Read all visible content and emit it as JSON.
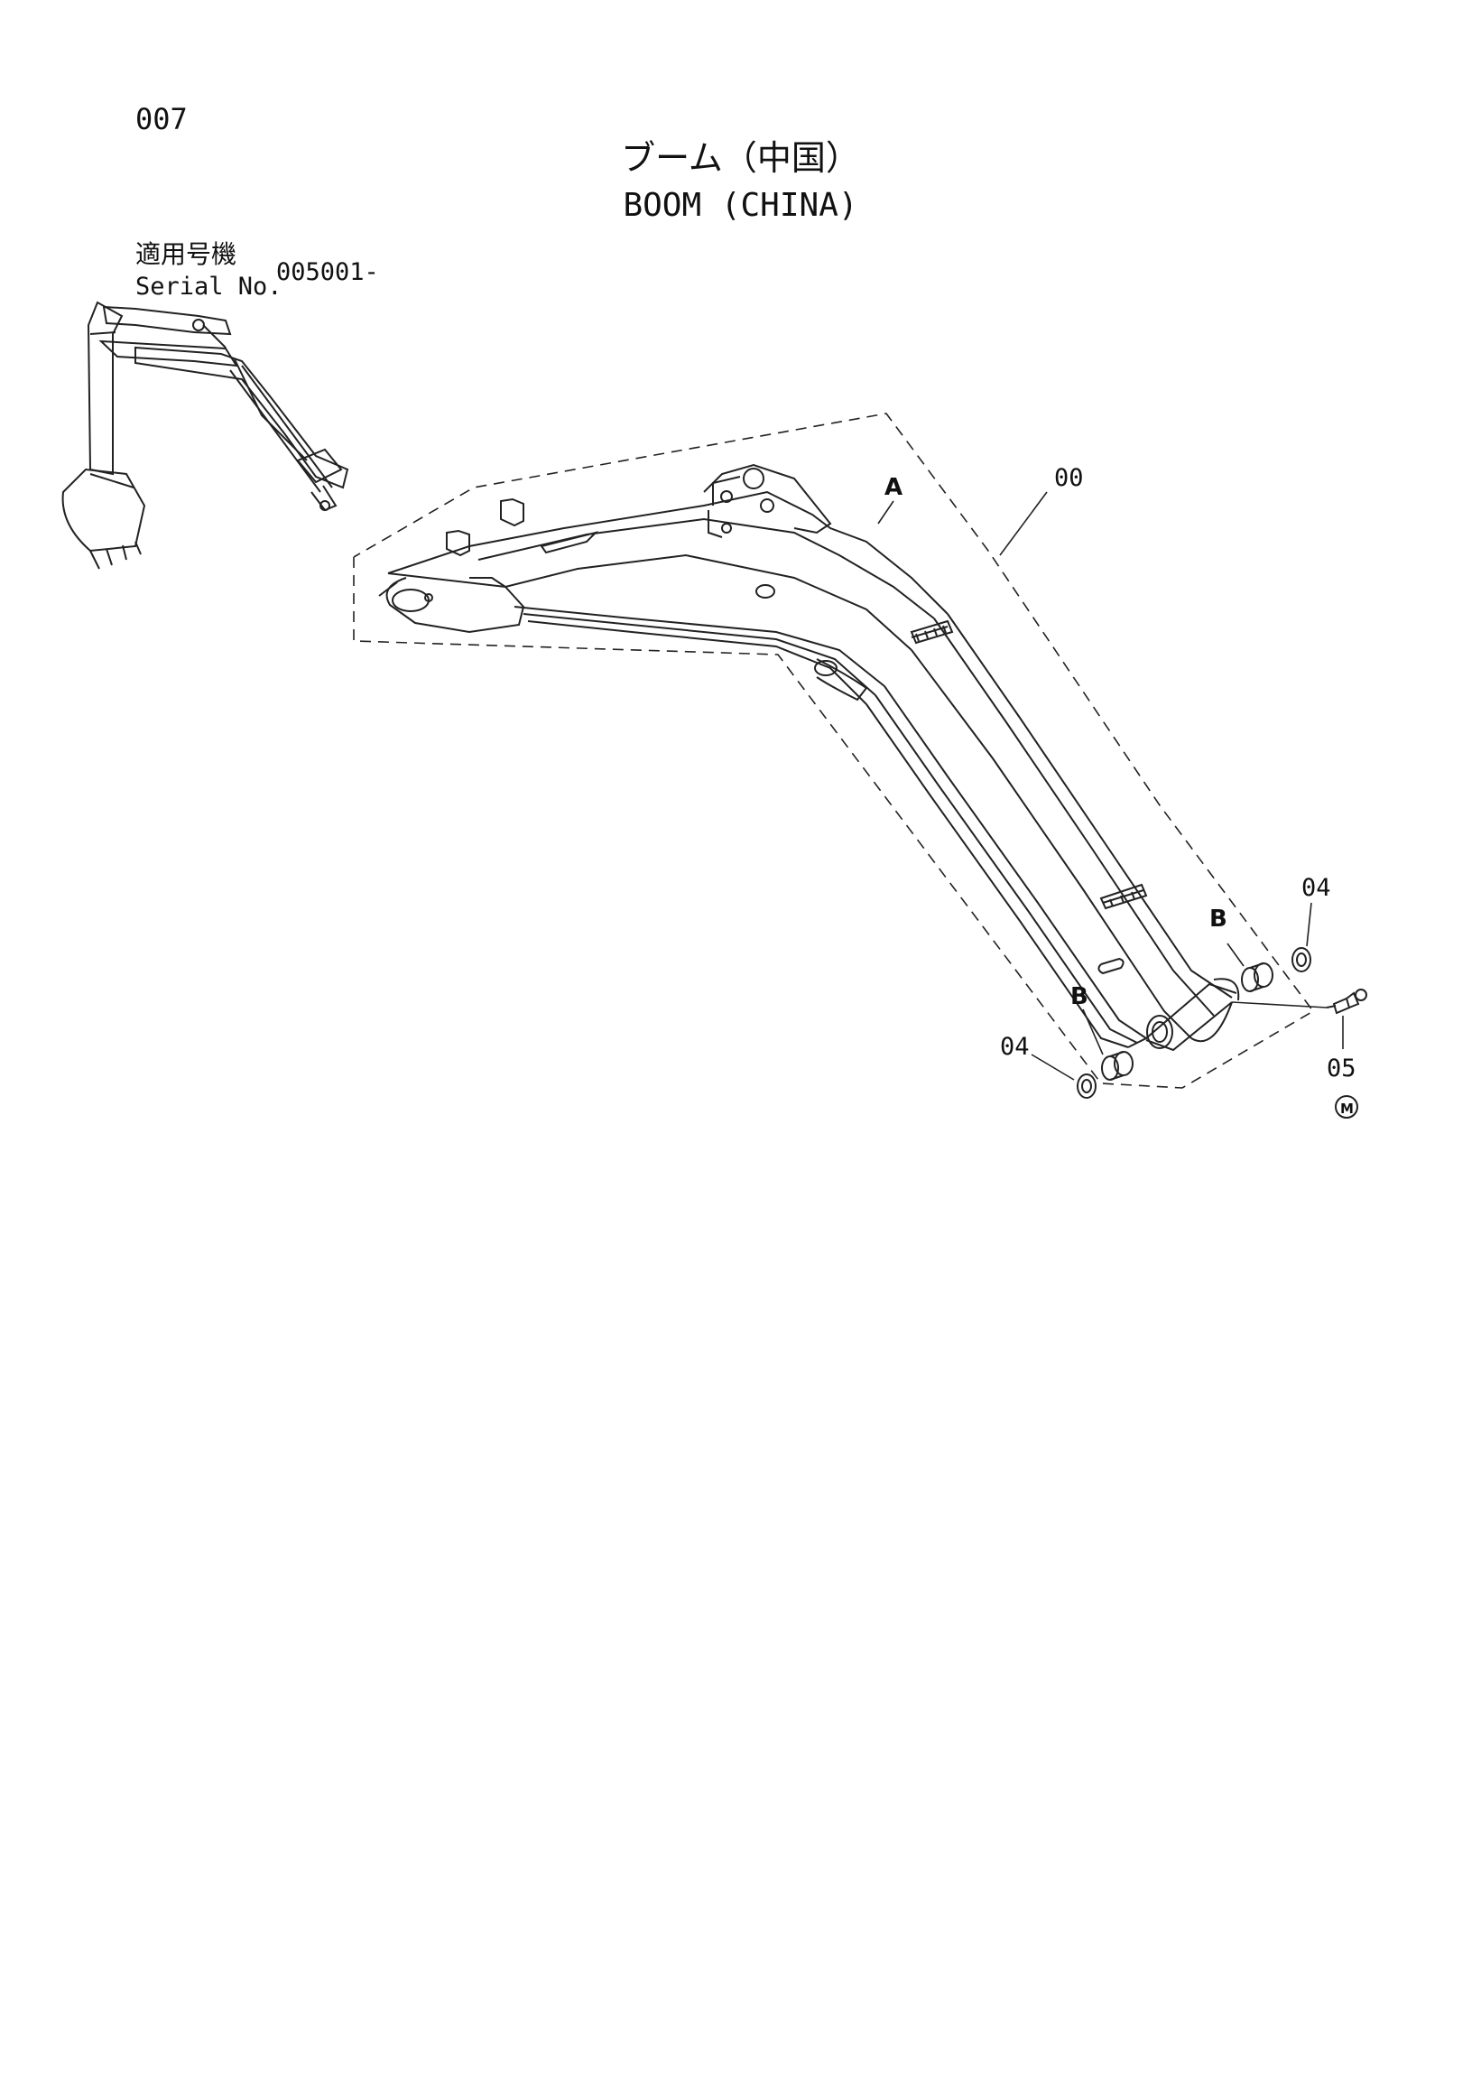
{
  "page": {
    "number": "007"
  },
  "title": {
    "japanese": "ブーム（中国）",
    "english": "BOOM (CHINA)"
  },
  "serial": {
    "label_jp": "適用号機",
    "label_en": "Serial No.",
    "value": "005001-"
  },
  "callouts": {
    "assembly": "00",
    "weld_a": "A",
    "bushing_b_right": "B",
    "bushing_b_left": "B",
    "shim_right": "04",
    "shim_left": "04",
    "grease_fitting": "05",
    "mark": "M"
  }
}
